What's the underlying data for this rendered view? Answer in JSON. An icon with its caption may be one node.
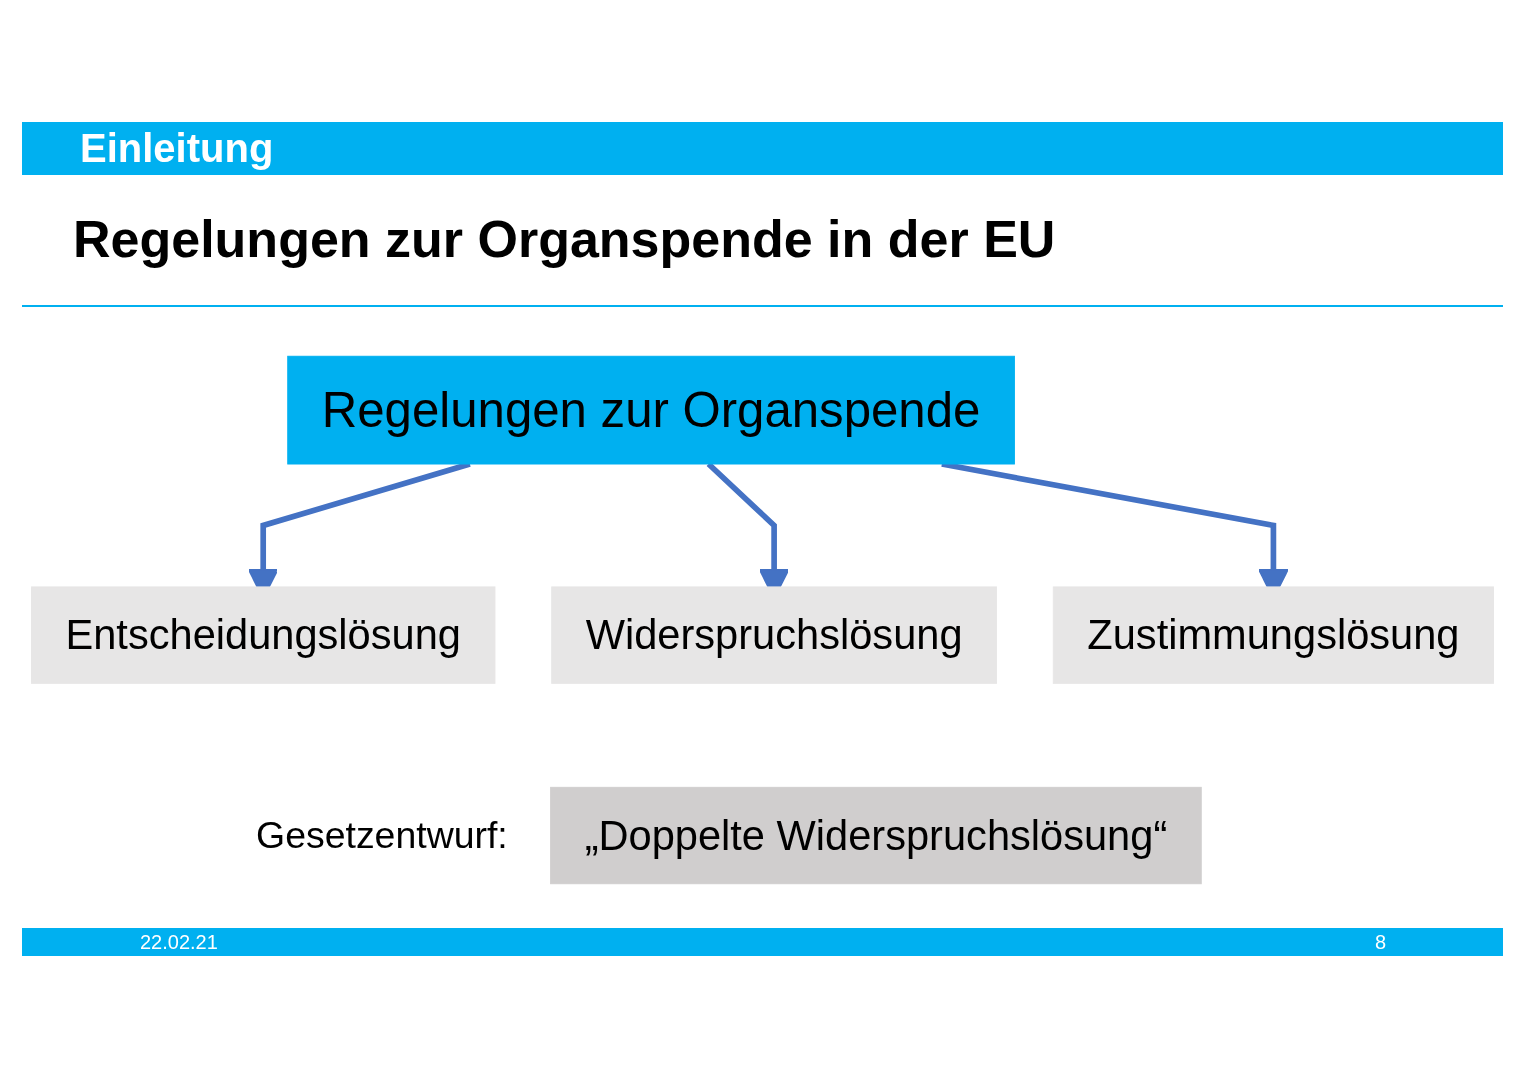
{
  "diagram": {
    "title": "Regelungen zur Organspende in der EU",
    "nodes": [
      {
        "text": [
          "Regelungen zur Organspende"
        ]
      },
      {
        "text": [
          "Entscheidungslösung"
        ]
      },
      {
        "text": [
          "Widerspruchslösung"
        ]
      },
      {
        "text": [
          "Zustimmungslösung"
        ]
      },
      {
        "text": [
          "„Doppelte Widerspruchslösung“"
        ],
        "beside": [
          "Gesetzentwurf:"
        ]
      }
    ],
    "edges": [
      {
        "from": 0,
        "to": 1,
        "arrow": "to"
      },
      {
        "from": 0,
        "to": 2,
        "arrow": "to"
      },
      {
        "from": 0,
        "to": 3,
        "arrow": "to"
      }
    ],
    "labels": [
      "Einleitung",
      "22.02.21",
      "8"
    ]
  }
}
